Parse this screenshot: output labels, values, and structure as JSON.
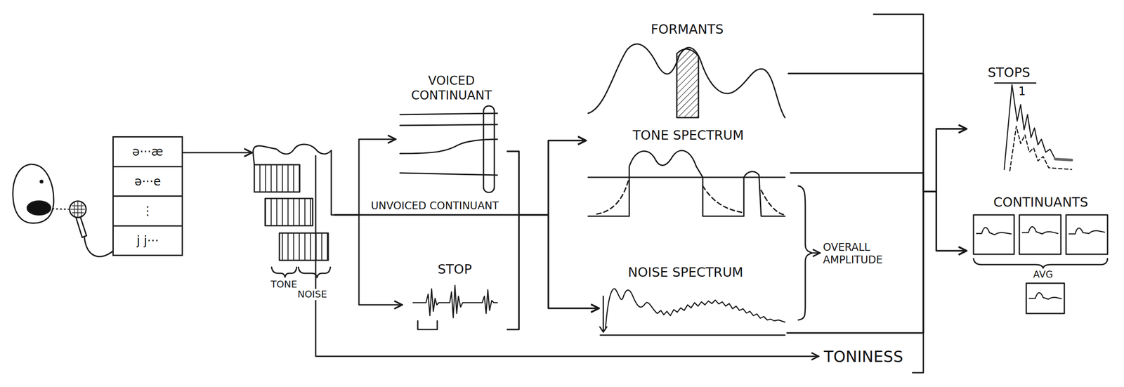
{
  "diagram": {
    "nodes": [
      {
        "text": [
          "ə···æ",
          "ə···e",
          "⋮",
          "j j···"
        ]
      },
      {
        "text": [
          "TONE",
          "NOISE"
        ]
      },
      {
        "text": [
          "VOICED CONTINUANT"
        ]
      },
      {
        "text": [
          "STOP"
        ]
      },
      {
        "text": [
          "FORMANTS"
        ]
      },
      {
        "text": [
          "TONE SPECTRUM"
        ]
      },
      {
        "text": [
          "NOISE SPECTRUM"
        ]
      },
      {
        "text": [
          "STOPS"
        ]
      },
      {
        "text": [
          "CONTINUANTS"
        ]
      }
    ],
    "edges": [
      {
        "from": 0,
        "to": 1,
        "arrow": "to"
      },
      {
        "from": 1,
        "to": 2,
        "arrow": "to"
      },
      {
        "from": 1,
        "to": 3,
        "arrow": "to"
      },
      {
        "from": 1,
        "to": 5,
        "arrow": "to",
        "label": "UNVOICED CONTINUANT"
      },
      {
        "from": 1,
        "to": 6,
        "arrow": "to"
      },
      {
        "from": 2,
        "to": 5,
        "arrow": "to"
      },
      {
        "from": 2,
        "to": 6,
        "arrow": "to"
      },
      {
        "from": 3,
        "to": 5,
        "arrow": "to"
      },
      {
        "from": 3,
        "to": 6,
        "arrow": "to"
      },
      {
        "from": 4,
        "to": 7,
        "arrow": "to"
      },
      {
        "from": 4,
        "to": 8,
        "arrow": "to"
      },
      {
        "from": 5,
        "to": 7,
        "arrow": "to"
      },
      {
        "from": 5,
        "to": 8,
        "arrow": "to"
      },
      {
        "from": 6,
        "to": 7,
        "arrow": "to"
      },
      {
        "from": 6,
        "to": 8,
        "arrow": "to"
      }
    ],
    "labels": [
      "OVERALL AMPLITUDE",
      "TONINESS",
      "1",
      "AVG"
    ]
  }
}
